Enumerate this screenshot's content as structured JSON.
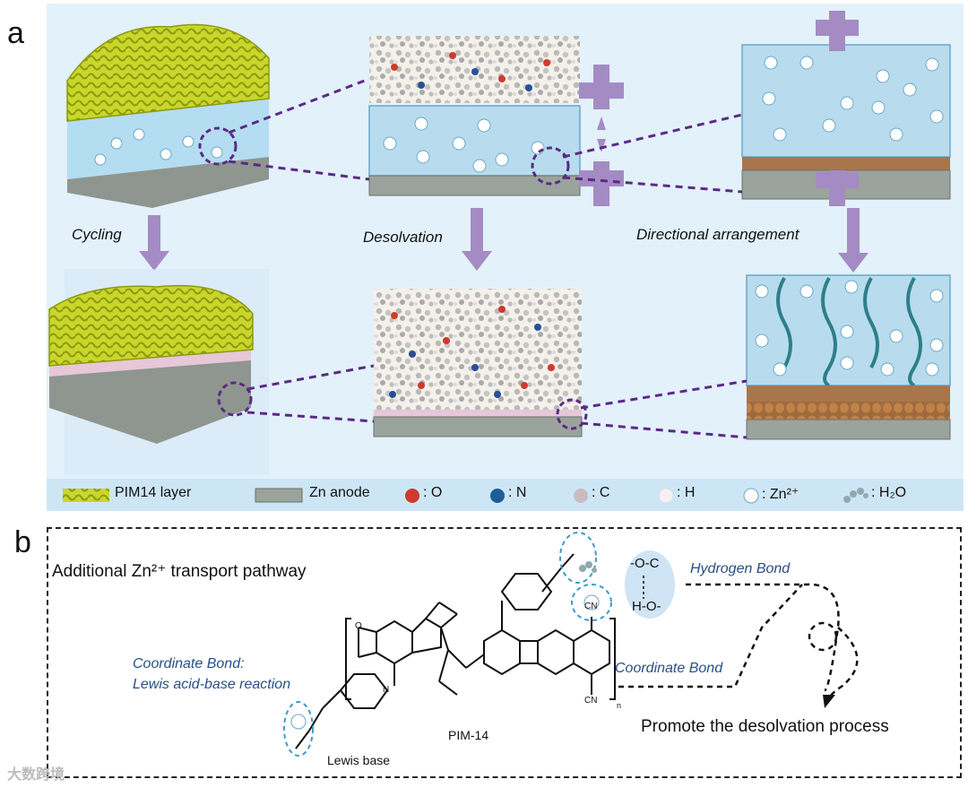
{
  "panel_a": {
    "letter": "a",
    "steps": [
      "Cycling",
      "Desolvation",
      "Directional arrangement"
    ],
    "legend": {
      "pim14": "PIM14 layer",
      "zn_anode": "Zn anode",
      "o": ": O",
      "n": ": N",
      "c": ": C",
      "h": ": H",
      "zn": ": Zn²⁺",
      "h2o": ": H₂O"
    },
    "zn_ion_label": "Zn²⁺"
  },
  "panel_b": {
    "letter": "b",
    "pathway_title": "Additional Zn²⁺ transport pathway",
    "hydrogen_bond": "Hydrogen Bond",
    "hb_top": "-O-C",
    "hb_bottom": "H-O-",
    "coordinate_bond_left_1": "Coordinate Bond:",
    "coordinate_bond_left_2": "Lewis acid-base reaction",
    "coordinate_bond_right": "Coordinate Bond",
    "polymer_name": "PIM-14",
    "lewis_base": "Lewis base",
    "promote": "Promote the desolvation process",
    "cn1": "CN",
    "cn2": "CN",
    "n_sub": "n",
    "atom_o": "O",
    "atom_n": "N"
  },
  "watermark": "大数跨境",
  "colors": {
    "pim_yellow": "#c8d62a",
    "zn_gray": "#9aa39c",
    "electrolyte": "#b8dcee",
    "dashed_purple": "#5b2a86",
    "arrow_purple": "#a48bc4",
    "text_blue": "#274f86"
  }
}
